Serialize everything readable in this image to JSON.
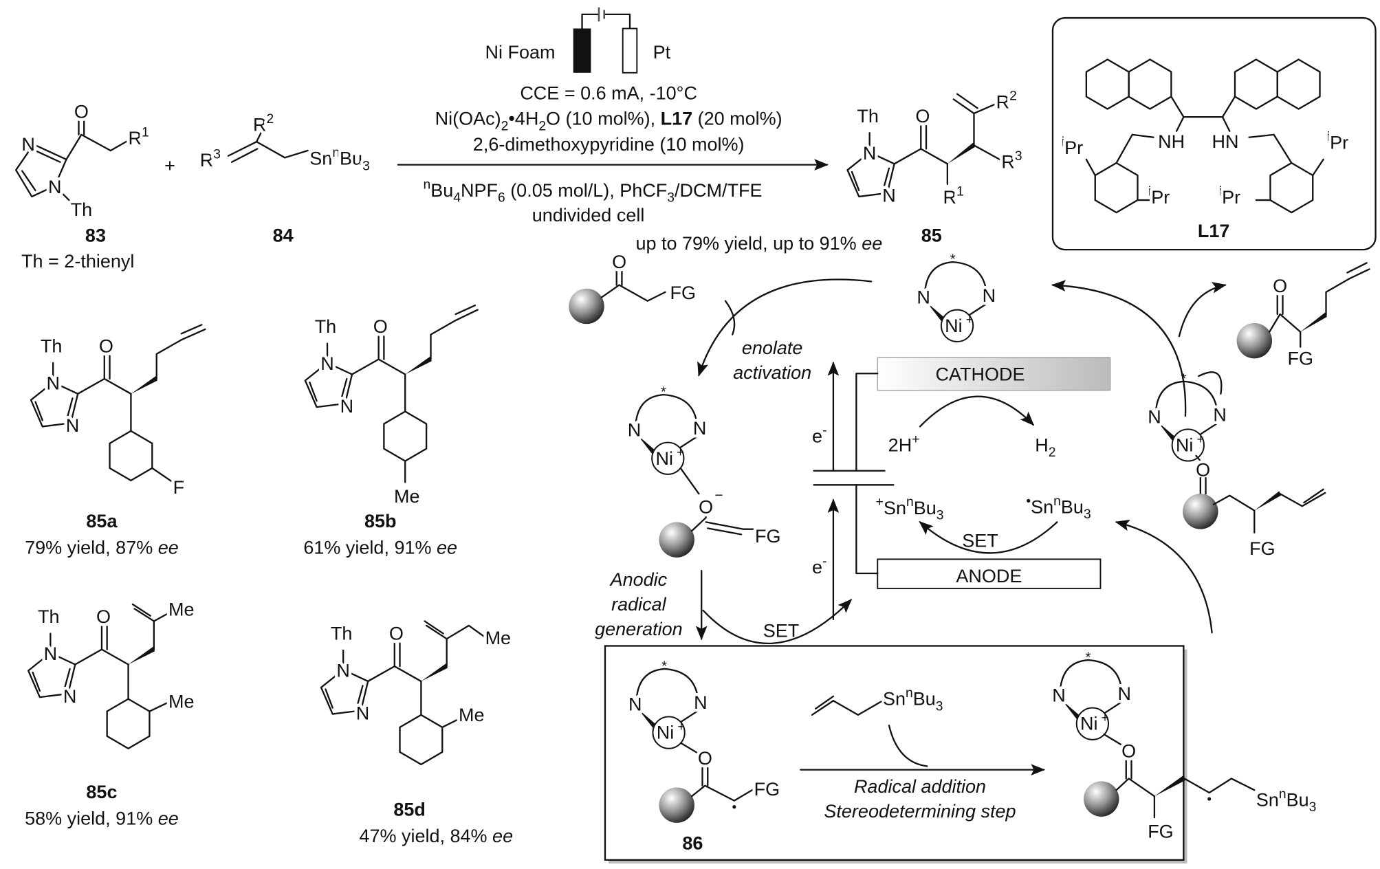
{
  "atoms": {
    "N": "N",
    "Ni": "Ni",
    "plus": "+",
    "star": "*",
    "O": "O",
    "Th": "Th",
    "F": "F",
    "Me": "Me",
    "FG": "FG",
    "NH": "NH",
    "HN": "HN",
    "minus": "−",
    "dot": "•"
  },
  "conditions": {
    "anode_label": "Ni Foam",
    "cathode_label": "Pt",
    "cce": [
      [
        "CCE = 0.6 mA, -10°C"
      ]
    ],
    "catalyst": [
      [
        "Ni(OAc)"
      ],
      [
        "2",
        "sub"
      ],
      [
        "•4H"
      ],
      [
        "2",
        "sub"
      ],
      [
        "O (10 mol%), "
      ],
      [
        "L17",
        "b"
      ],
      [
        "  (20 mol%)"
      ]
    ],
    "additive": [
      [
        "2,6-dimethoxypyridine (10 mol%)"
      ]
    ],
    "electrolyte": [
      [
        "n",
        "sup"
      ],
      [
        "Bu"
      ],
      [
        "4",
        "sub"
      ],
      [
        "NPF"
      ],
      [
        "6",
        "sub"
      ],
      [
        " (0.05 mol/L), PhCF"
      ],
      [
        "3",
        "sub"
      ],
      [
        "/DCM/TFE"
      ]
    ],
    "cell": [
      [
        "undivided cell"
      ]
    ],
    "result": [
      [
        "up to 79% yield, up to 91% "
      ],
      [
        "ee",
        "i"
      ]
    ]
  },
  "reactants": {
    "r1": [
      [
        "R"
      ],
      [
        "1",
        "sup"
      ]
    ],
    "r2": [
      [
        "R"
      ],
      [
        "2",
        "sup"
      ]
    ],
    "r3": [
      [
        "R"
      ],
      [
        "3",
        "sup"
      ]
    ],
    "sn": [
      [
        "Sn"
      ],
      [
        "n",
        "sup"
      ],
      [
        "Bu"
      ],
      [
        "3",
        "sub"
      ]
    ],
    "plus_sign": "+",
    "c83": "83",
    "th_def": "Th = 2-thienyl",
    "c84": "84",
    "c85": "85"
  },
  "ligand": {
    "ipr": [
      [
        "i",
        "sup"
      ],
      [
        "Pr"
      ]
    ],
    "name": "L17"
  },
  "examples": [
    {
      "id": "85a",
      "result": [
        [
          "79% yield, 87% "
        ],
        [
          "ee",
          "i"
        ]
      ]
    },
    {
      "id": "85b",
      "result": [
        [
          "61% yield, 91% "
        ],
        [
          "ee",
          "i"
        ]
      ]
    },
    {
      "id": "85c",
      "result": [
        [
          "58% yield, 91% "
        ],
        [
          "ee",
          "i"
        ]
      ]
    },
    {
      "id": "85d",
      "result": [
        [
          "47% yield, 84% "
        ],
        [
          "ee",
          "i"
        ]
      ]
    }
  ],
  "cycle": {
    "enolate_1": "enolate",
    "enolate_2": "activation",
    "cathode": "CATHODE",
    "anode": "ANODE",
    "e_minus": [
      [
        "e"
      ],
      [
        "-",
        "sup"
      ]
    ],
    "two_h": [
      [
        "2H"
      ],
      [
        "+",
        "sup"
      ]
    ],
    "h2": [
      [
        "H"
      ],
      [
        "2",
        "sub"
      ]
    ],
    "sn_cation": [
      [
        "+",
        "sup"
      ],
      [
        "Sn"
      ],
      [
        "n",
        "sup"
      ],
      [
        "Bu"
      ],
      [
        "3",
        "sub"
      ]
    ],
    "sn_radical": [
      [
        "•",
        "sup"
      ],
      [
        "Sn"
      ],
      [
        "n",
        "sup"
      ],
      [
        "Bu"
      ],
      [
        "3",
        "sub"
      ]
    ],
    "set": "SET",
    "anodic_1": "Anodic",
    "anodic_2": "radical",
    "anodic_3": "generation",
    "radical_addition": "Radical addition",
    "stereo_step": "Stereodetermining step",
    "c86": "86"
  },
  "colors": {
    "cathode_fill": "#d0d0d0",
    "sphere": "#777777"
  }
}
